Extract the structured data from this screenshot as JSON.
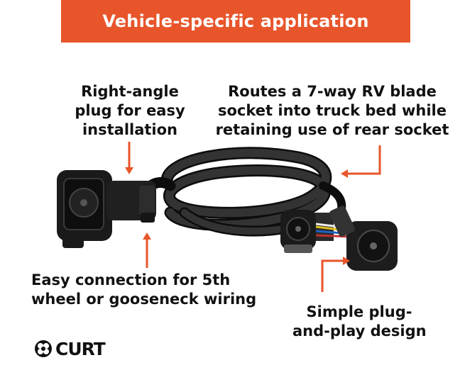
{
  "banner": {
    "text": "Vehicle-specific application",
    "color": "#e8552b"
  },
  "callouts": {
    "right_angle": [
      "Right-angle",
      "plug for easy",
      "installation"
    ],
    "routes": [
      "Routes a 7-way RV blade",
      "socket into truck bed while",
      "retaining use of rear socket"
    ],
    "easy_connection": [
      "Easy connection for 5th",
      "wheel or gooseneck wiring"
    ],
    "plug_and_play": [
      "Simple plug-",
      "and-play design"
    ]
  },
  "arrow_color": "#e8552b",
  "logo": {
    "text": "CURT",
    "icon": "curt-logo-mark"
  }
}
